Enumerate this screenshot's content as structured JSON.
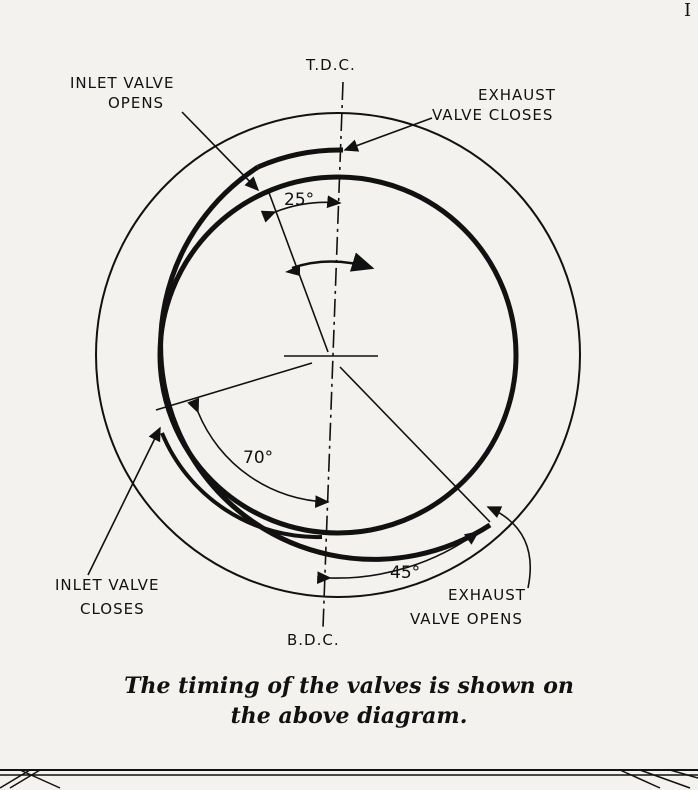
{
  "labels": {
    "tdc": "T.D.C.",
    "bdc": "B.D.C.",
    "inlet_opens_line1": "INLET VALVE",
    "inlet_opens_line2": "OPENS",
    "exhaust_closes_line1": "EXHAUST",
    "exhaust_closes_line2": "VALVE CLOSES",
    "inlet_closes_line1": "INLET VALVE",
    "inlet_closes_line2": "CLOSES",
    "exhaust_opens_line1": "EXHAUST",
    "exhaust_opens_line2": "VALVE OPENS"
  },
  "angles": {
    "inlet_open": "25°",
    "inlet_close": "70°",
    "exhaust_open": "45°"
  },
  "caption": {
    "line1": "The timing of the valves is shown on",
    "line2": "the above diagram."
  },
  "edge_char": "I"
}
